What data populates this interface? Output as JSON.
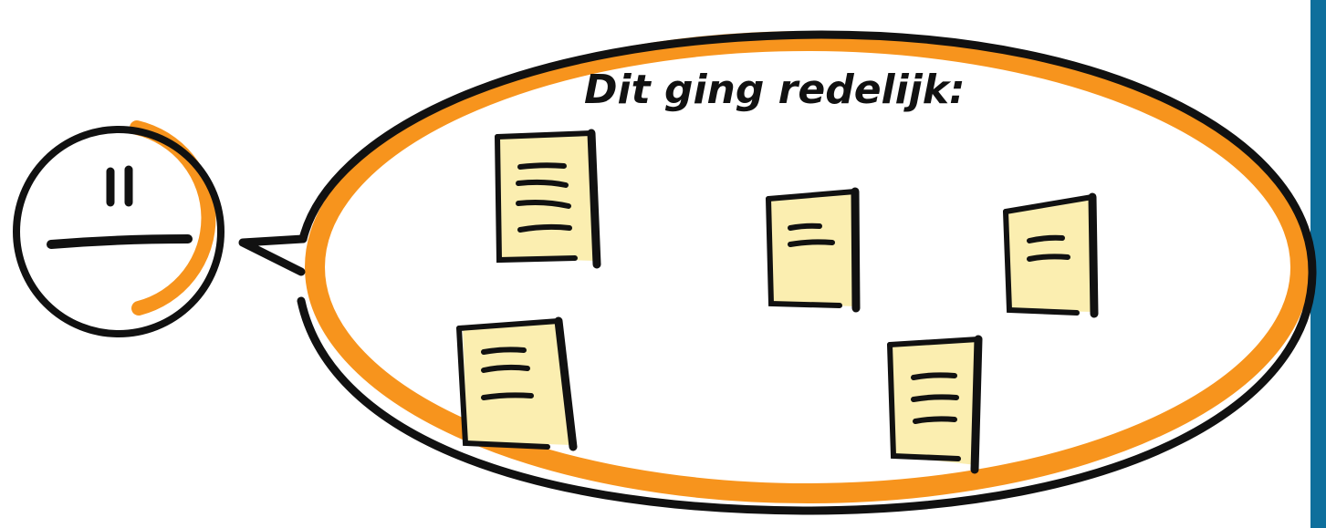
{
  "bubble": {
    "title": "Dit ging redelijk:"
  },
  "face": {
    "expression": "neutral-face"
  },
  "notes": {
    "count": 5,
    "icon": "sticky-note-icon"
  },
  "colors": {
    "outline": "#111111",
    "accent": "#f7941d",
    "note_fill": "#fbeeb0",
    "edge_bar": "#0e6f9c",
    "background": "#ffffff"
  }
}
